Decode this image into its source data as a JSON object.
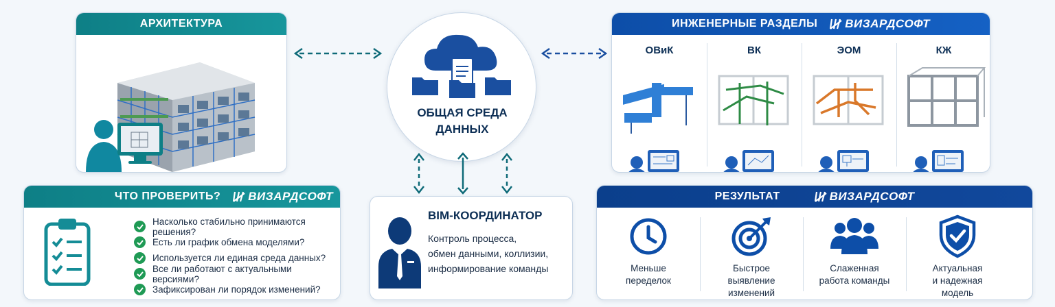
{
  "architecture": {
    "title": "АРХИТЕКТУРА"
  },
  "cde": {
    "line1": "ОБЩАЯ СРЕДА",
    "line2": "ДАННЫХ"
  },
  "engineering": {
    "title": "ИНЖЕНЕРНЫЕ РАЗДЕЛЫ",
    "logo": "ВИЗАРДСОФТ",
    "sections": [
      {
        "name": "ОВиК",
        "color": "#2f7fd6"
      },
      {
        "name": "ВК",
        "color": "#2e8b45"
      },
      {
        "name": "ЭОМ",
        "color": "#d9782a"
      },
      {
        "name": "КЖ",
        "color": "#8d96a0"
      }
    ]
  },
  "check": {
    "title": "ЧТО ПРОВЕРИТЬ?",
    "logo": "ВИЗАРДСОФТ",
    "items": [
      "Насколько стабильно принимаются решения?",
      "Есть ли график обмена моделями?",
      "Используется ли единая среда данных?",
      "Все ли работают с актуальными версиями?",
      "Зафиксирован ли порядок изменений?"
    ]
  },
  "bim": {
    "title": "BIM-КООРДИНАТОР",
    "desc1": "Контроль процесса,",
    "desc2": "обмен данными, коллизии,",
    "desc3": "информирование команды"
  },
  "result": {
    "title": "РЕЗУЛЬТАТ",
    "logo": "ВИЗАРДСОФТ",
    "items": [
      {
        "l1": "Меньше",
        "l2": "переделок",
        "l3": ""
      },
      {
        "l1": "Быстрое",
        "l2": "выявление",
        "l3": "изменений"
      },
      {
        "l1": "Слаженная",
        "l2": "работа команды",
        "l3": ""
      },
      {
        "l1": "Актуальная",
        "l2": "и надежная",
        "l3": "модель"
      }
    ]
  },
  "colors": {
    "teal": "#0e7f86",
    "blue": "#0d4ea8",
    "navy": "#0b3f8c",
    "check_green": "#1f9a55"
  }
}
